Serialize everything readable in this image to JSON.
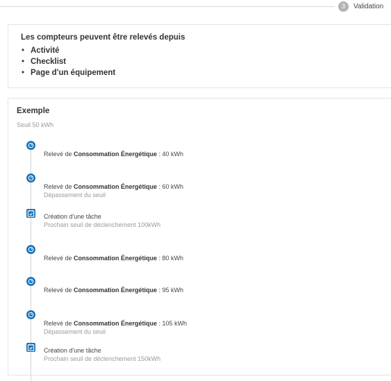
{
  "stepper": {
    "step_number": "3",
    "step_label": "Validation"
  },
  "info": {
    "title": "Les compteurs peuvent être relevés depuis",
    "items": [
      "Activité",
      "Checklist",
      "Page d'un équipement"
    ]
  },
  "example": {
    "title": "Exemple",
    "subtitle": "Seuil 50 kWh",
    "events": [
      {
        "type": "reading",
        "prefix": "Relevé de ",
        "label": "Consommation Énergétique",
        "value": " : 40 kWh",
        "sub": ""
      },
      {
        "type": "reading",
        "prefix": "Relevé de ",
        "label": "Consommation Énergétique",
        "value": " : 60 kWh",
        "sub": "Dépassement du seuil"
      },
      {
        "type": "task",
        "text": "Création d'une tâche",
        "sub": "Prochain seuil de déclenchement 100kWh"
      },
      {
        "type": "reading",
        "prefix": "Relevé de ",
        "label": "Consommation Énergétique",
        "value": " : 80 kWh",
        "sub": ""
      },
      {
        "type": "reading",
        "prefix": "Relevé de ",
        "label": "Consommation Énergétique",
        "value": " : 95 kWh",
        "sub": ""
      },
      {
        "type": "reading",
        "prefix": "Relevé de ",
        "label": "Consommation Énergétique",
        "value": " : 105 kWh",
        "sub": "Dépassement du seuil"
      },
      {
        "type": "task",
        "text": "Création d'une tâche",
        "sub": "Prochain seuil de déclenchement 150kWh"
      }
    ],
    "icons": {
      "reading": "gauge-icon",
      "task": "task-icon"
    },
    "accent_color": "#1a73b8"
  }
}
